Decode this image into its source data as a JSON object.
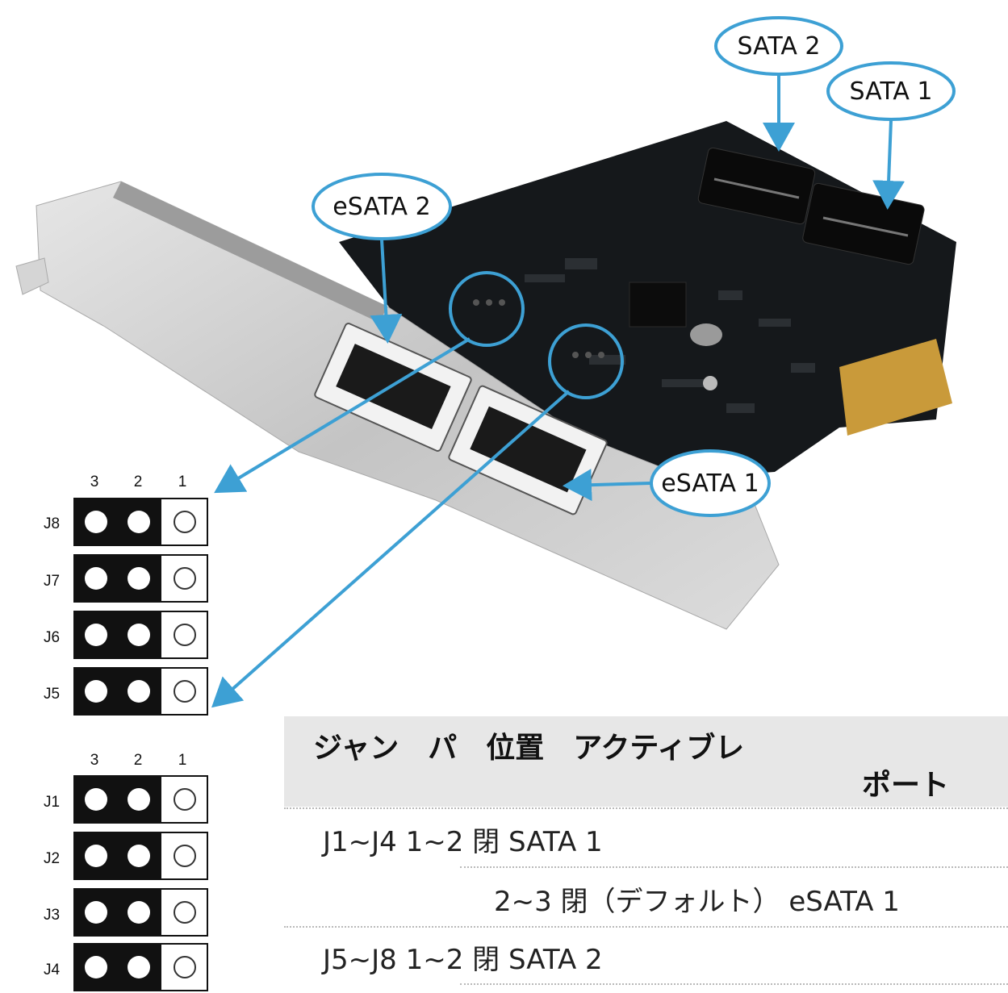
{
  "callouts": {
    "sata2": "SATA 2",
    "sata1": "SATA 1",
    "esata2": "eSATA 2",
    "esata1": "eSATA 1"
  },
  "jumpers": {
    "pin_numbers": [
      "3",
      "2",
      "1"
    ],
    "group_top": [
      "J8",
      "J7",
      "J6",
      "J5"
    ],
    "group_bottom": [
      "J1",
      "J2",
      "J3",
      "J4"
    ]
  },
  "table": {
    "header_line1": "ジャン　パ　位置　アクティブレ",
    "header_line2": "ポート",
    "rows": [
      "J1~J4 1~2 閉 SATA 1",
      "2~3 閉（デフォルト） eSATA 1",
      "J5~J8 1~2 閉 SATA 2"
    ]
  },
  "colors": {
    "callout_blue": "#3da0d4",
    "pcb": "#15181b",
    "bracket": "#c9c9c9",
    "gold_fingers": "#c99a3a",
    "table_header_bg": "#e7e7e7"
  }
}
